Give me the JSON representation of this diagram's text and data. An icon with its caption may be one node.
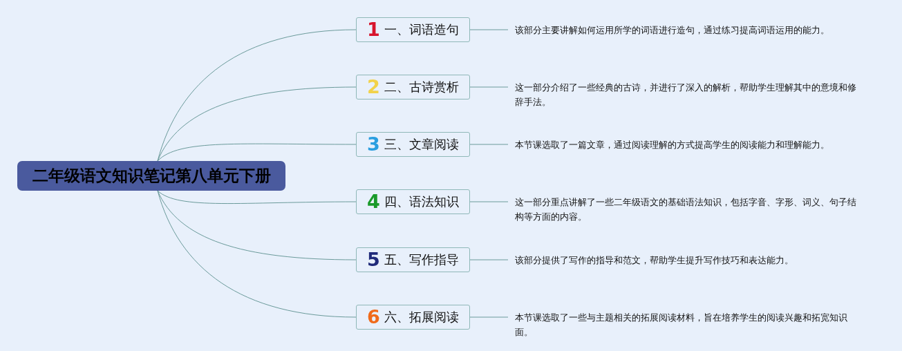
{
  "diagram": {
    "nodes": [
      {
        "text": [
          "二年级语文知识笔记第八单元下册"
        ]
      },
      {
        "text": [
          "1",
          "一、词语造句"
        ]
      },
      {
        "text": [
          "该部分主要讲解如何运用所学的词语进行造句，通过练习提高词语运用的能力。"
        ]
      },
      {
        "text": [
          "2",
          "二、古诗赏析"
        ]
      },
      {
        "text": [
          "这一部分介绍了一些经典的古诗，并进行了深入的解析，帮助学生理解其中的意境和修辞手法。"
        ]
      },
      {
        "text": [
          "3",
          "三、文章阅读"
        ]
      },
      {
        "text": [
          "本节课选取了一篇文章，通过阅读理解的方式提高学生的阅读能力和理解能力。"
        ]
      },
      {
        "text": [
          "4",
          "四、语法知识"
        ]
      },
      {
        "text": [
          "这一部分重点讲解了一些二年级语文的基础语法知识，包括字音、字形、词义、句子结构等方面的内容。"
        ]
      },
      {
        "text": [
          "5",
          "五、写作指导"
        ]
      },
      {
        "text": [
          "该部分提供了写作的指导和范文，帮助学生提升写作技巧和表达能力。"
        ]
      },
      {
        "text": [
          "6",
          "六、拓展阅读"
        ]
      },
      {
        "text": [
          "本节课选取了一些与主题相关的拓展阅读材料，旨在培养学生的阅读兴趣和拓宽知识面。"
        ]
      }
    ],
    "edges": [
      {
        "from": 0,
        "to": 1,
        "arrow": "none"
      },
      {
        "from": 0,
        "to": 3,
        "arrow": "none"
      },
      {
        "from": 0,
        "to": 5,
        "arrow": "none"
      },
      {
        "from": 0,
        "to": 7,
        "arrow": "none"
      },
      {
        "from": 0,
        "to": 9,
        "arrow": "none"
      },
      {
        "from": 0,
        "to": 11,
        "arrow": "none"
      },
      {
        "from": 1,
        "to": 2,
        "arrow": "none"
      },
      {
        "from": 3,
        "to": 4,
        "arrow": "none"
      },
      {
        "from": 5,
        "to": 6,
        "arrow": "none"
      },
      {
        "from": 7,
        "to": 8,
        "arrow": "none"
      },
      {
        "from": 9,
        "to": 10,
        "arrow": "none"
      },
      {
        "from": 11,
        "to": 12,
        "arrow": "none"
      }
    ]
  }
}
